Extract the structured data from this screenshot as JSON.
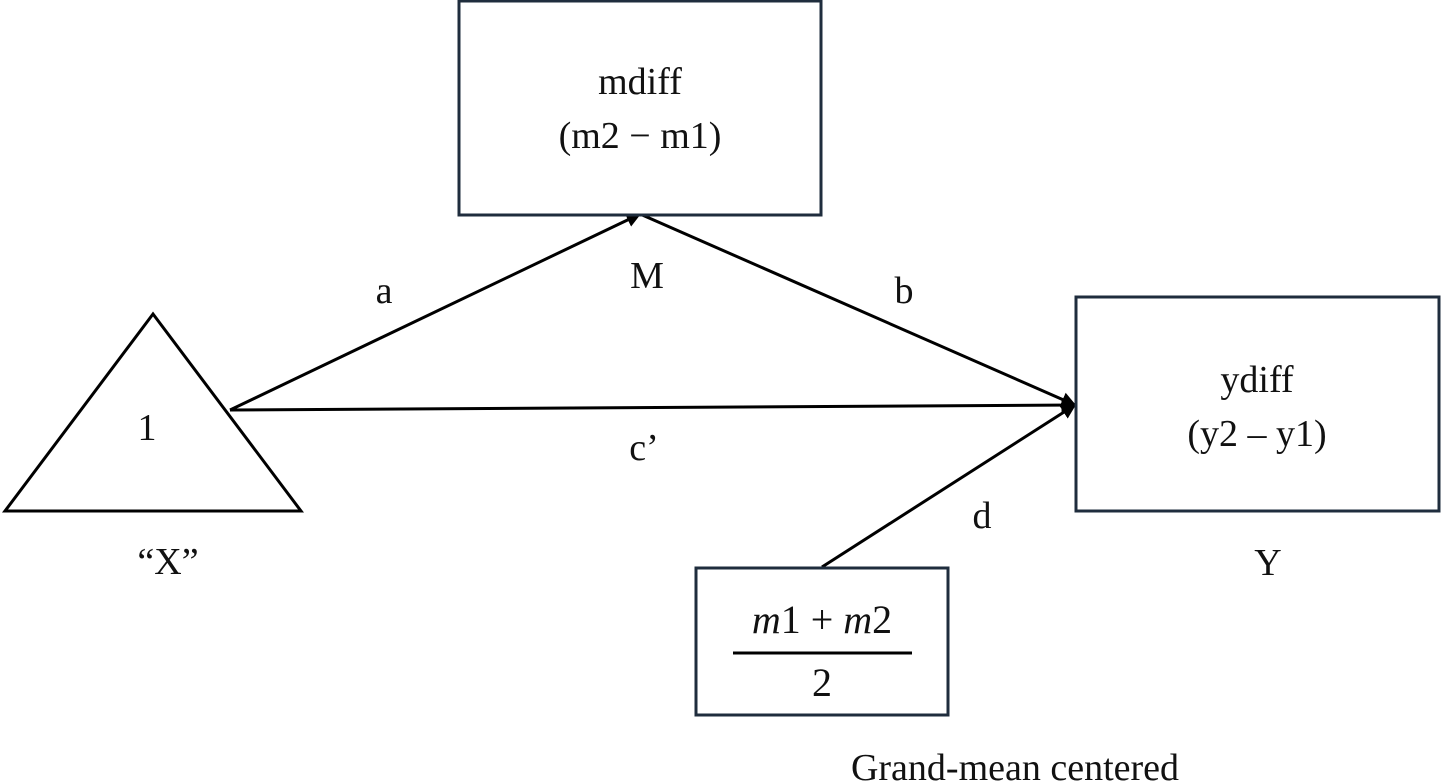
{
  "nodes": {
    "mediator": {
      "line1": "mdiff",
      "line2": "(m2 − m1)",
      "caption": "M"
    },
    "outcome": {
      "line1": "ydiff",
      "line2": "(y2 – y1)",
      "caption": "Y"
    },
    "constant": {
      "value": "1",
      "caption": "“X”"
    },
    "covariate": {
      "numerator_a": "m",
      "numerator_b": "1 + ",
      "numerator_c": "m",
      "numerator_d": "2",
      "denominator": "2",
      "caption": "Grand-mean centered"
    }
  },
  "paths": {
    "a": "a",
    "b": "b",
    "c_prime": "c’",
    "d": "d"
  },
  "colors": {
    "box_stroke": "#1f2d3d",
    "line": "#000000",
    "text": "#111111"
  }
}
